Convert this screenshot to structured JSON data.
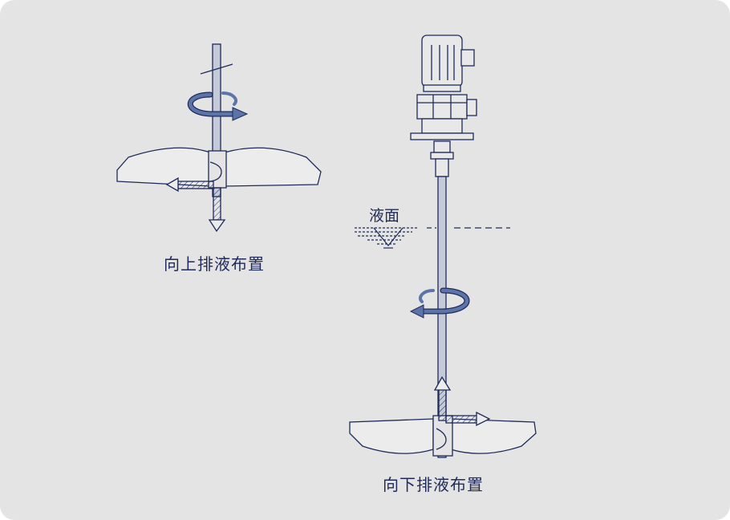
{
  "captions": {
    "upward": "向上排液布置",
    "downward": "向下排液布置"
  },
  "labels": {
    "liquid_level": "液面"
  },
  "colors": {
    "background": "#e4e4e4",
    "line": "#1f2a5a",
    "arrow_fill": "#5c74a8",
    "shaft_fill": "#c5cad8",
    "blade_fill": "#ececec"
  }
}
